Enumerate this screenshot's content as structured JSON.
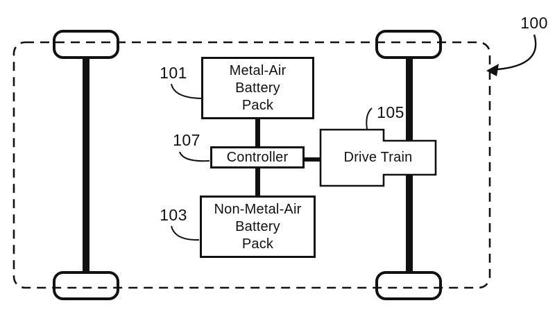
{
  "figure": {
    "type": "patent-schematic",
    "subject": "vehicle-powertrain-block-diagram",
    "vehicle_outline_label": "100",
    "boxes": {
      "metal_air_battery": {
        "ref": "101",
        "text": "Metal-Air\nBattery\nPack"
      },
      "non_metal_air_battery": {
        "ref": "103",
        "text": "Non-Metal-Air\nBattery\nPack"
      },
      "drive_train": {
        "ref": "105",
        "text": "Drive Train"
      },
      "controller": {
        "ref": "107",
        "text": "Controller"
      }
    },
    "colors": {
      "line": "#111111",
      "background": "#ffffff"
    }
  }
}
